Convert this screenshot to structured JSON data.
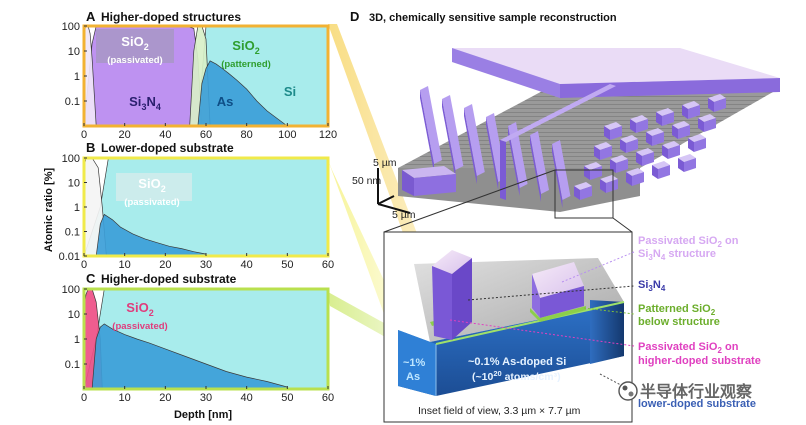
{
  "figure": {
    "panel_a_letter": "A",
    "panel_a_title": "Higher-doped structures",
    "panel_b_letter": "B",
    "panel_b_title": "Lower-doped substrate",
    "panel_c_letter": "C",
    "panel_c_title": "Higher-doped substrate",
    "panel_d_letter": "D",
    "panel_d_title": "3D, chemically sensitive sample reconstruction",
    "y_axis_label": "Atomic ratio [%]",
    "x_axis_label": "Depth [nm]"
  },
  "colors": {
    "frame_a": "#f2b233",
    "frame_b": "#f0ea4a",
    "frame_c": "#b9e04e",
    "si_fill": "#a8ecec",
    "as_fill": "#3c9ed8",
    "si3n4_fill": "#b889f0",
    "sio2_passivated_a": "#f0e6f8",
    "sio2_patterned": "#d8f0c8",
    "sio2_passivated_c": "#ee4f86",
    "structure_purple": "#8c6fdc",
    "block_blue": "#2f6fc2",
    "green_layer": "#8ccf4a",
    "magenta_text": "#e040c0"
  },
  "chart_data": [
    {
      "type": "area",
      "panel": "A",
      "title": "Higher-doped structures",
      "ylabel": "Atomic ratio [%]",
      "ylog": true,
      "xlim": [
        0,
        120
      ],
      "ylim": [
        0.01,
        100
      ],
      "xticks": [
        "0",
        "20",
        "40",
        "60",
        "80",
        "100",
        "120"
      ],
      "yticks": [
        "100",
        "10",
        "1",
        "0.1"
      ],
      "series": [
        {
          "name": "Si",
          "x": [
            0,
            2,
            3,
            56,
            60,
            120
          ],
          "y": [
            0,
            0,
            0,
            0,
            100,
            100
          ]
        },
        {
          "name": "Si₃N₄",
          "x": [
            0,
            2,
            4,
            6,
            50,
            54,
            56,
            58
          ],
          "y": [
            0,
            0.5,
            20,
            100,
            100,
            80,
            5,
            0
          ]
        },
        {
          "name": "SiO₂ (passivated)",
          "x": [
            0,
            1,
            2,
            3,
            4,
            6
          ],
          "y": [
            60,
            100,
            100,
            50,
            5,
            0
          ]
        },
        {
          "name": "SiO₂ (patterned)",
          "x": [
            52,
            54,
            56,
            58,
            60,
            62
          ],
          "y": [
            0,
            10,
            100,
            100,
            30,
            0
          ]
        },
        {
          "name": "As",
          "x": [
            56,
            58,
            60,
            62,
            65,
            68,
            71,
            75,
            80,
            85,
            90,
            95,
            100
          ],
          "y": [
            0.01,
            0.5,
            2,
            4,
            3,
            2,
            1.3,
            0.7,
            0.3,
            0.1,
            0.04,
            0.02,
            0.01
          ]
        }
      ],
      "labels": [
        {
          "text_main": "SiO",
          "sub": "2",
          "text_sub": "(passivated)"
        },
        {
          "text_main": "SiO",
          "sub": "2",
          "text_sub": "(patterned)"
        },
        {
          "text_main": "Si",
          "sub": "3",
          "text_after": "N",
          "sub2": "4"
        },
        {
          "text_main": "As"
        },
        {
          "text_main": "Si"
        }
      ]
    },
    {
      "type": "area",
      "panel": "B",
      "title": "Lower-doped substrate",
      "ylabel": "Atomic ratio [%]",
      "ylog": true,
      "xlim": [
        0,
        60
      ],
      "ylim": [
        0.01,
        100
      ],
      "xticks": [
        "0",
        "10",
        "20",
        "30",
        "40",
        "50",
        "60"
      ],
      "yticks": [
        "100",
        "10",
        "1",
        "0.1",
        "0.01"
      ],
      "series": [
        {
          "name": "Si",
          "x": [
            0,
            4,
            6,
            60
          ],
          "y": [
            0.01,
            1,
            100,
            100
          ]
        },
        {
          "name": "SiO₂ (passivated)",
          "x": [
            0,
            0.5,
            2,
            3.5,
            4.5,
            5.5
          ],
          "y": [
            40,
            100,
            100,
            40,
            1,
            0.01
          ]
        },
        {
          "name": "As",
          "x": [
            3,
            4,
            5,
            7,
            9,
            12,
            15,
            18,
            21,
            24,
            27,
            30
          ],
          "y": [
            0.01,
            0.2,
            0.5,
            0.3,
            0.15,
            0.08,
            0.05,
            0.035,
            0.025,
            0.02,
            0.015,
            0.012
          ]
        }
      ],
      "labels": [
        {
          "text_main": "SiO",
          "sub": "2",
          "text_sub": "(passivated)"
        }
      ]
    },
    {
      "type": "area",
      "panel": "C",
      "title": "Higher-doped substrate",
      "ylabel": "Atomic ratio [%]",
      "ylog": true,
      "xlim": [
        0,
        60
      ],
      "ylim": [
        0.01,
        100
      ],
      "xticks": [
        "0",
        "10",
        "20",
        "30",
        "40",
        "50",
        "60"
      ],
      "yticks": [
        "100",
        "10",
        "1",
        "0.1"
      ],
      "series": [
        {
          "name": "Si",
          "x": [
            0,
            3,
            5,
            60
          ],
          "y": [
            0.01,
            1,
            100,
            100
          ]
        },
        {
          "name": "SiO₂ (passivated)",
          "x": [
            0,
            0.5,
            1,
            2,
            3,
            4,
            4.5
          ],
          "y": [
            20,
            60,
            100,
            100,
            30,
            1,
            0.01
          ]
        },
        {
          "name": "As",
          "x": [
            2,
            3,
            4,
            5,
            7,
            10,
            13,
            16,
            20,
            25,
            30,
            35,
            40,
            45,
            50
          ],
          "y": [
            0.01,
            1,
            3,
            4,
            2.5,
            1.5,
            1,
            0.7,
            0.4,
            0.2,
            0.1,
            0.05,
            0.03,
            0.02,
            0.012
          ]
        }
      ],
      "labels": [
        {
          "text_main": "SiO",
          "sub": "2",
          "text_sub": "(passivated)"
        }
      ]
    }
  ],
  "panel_d": {
    "scale_5um_top": "5 µm",
    "scale_50nm": "50 nm",
    "scale_5um_bottom": "5 µm",
    "inset_caption": "Inset field of view, 3.3 µm × 7.7 µm",
    "block_label_1pct": "~1%",
    "block_label_as": "As",
    "block_label_01": "~0.1% As-doped Si",
    "block_label_1020_pre": "(~10",
    "block_label_1020_sup": "20",
    "block_label_1020_post": " atoms/cm³)",
    "annotations": [
      {
        "line1_pre": "Passivated SiO",
        "line1_sub": "2",
        "line1_post": " on",
        "line2_pre": "Si",
        "line2_sub": "3",
        "line2_mid": "N",
        "line2_sub2": "4",
        "line2_post": " structure"
      },
      {
        "line1_pre": "Si",
        "line1_sub": "3",
        "line1_mid": "N",
        "line1_sub2": "4"
      },
      {
        "line1_pre": "Patterned SiO",
        "line1_sub": "2",
        "line2": "below structure"
      },
      {
        "line1_pre": "Passivated SiO",
        "line1_sub": "2",
        "line1_post": " on",
        "line2": "higher-doped substrate"
      },
      {
        "line1": "lower-doped substrate"
      }
    ],
    "watermark": "半导体行业观察"
  }
}
